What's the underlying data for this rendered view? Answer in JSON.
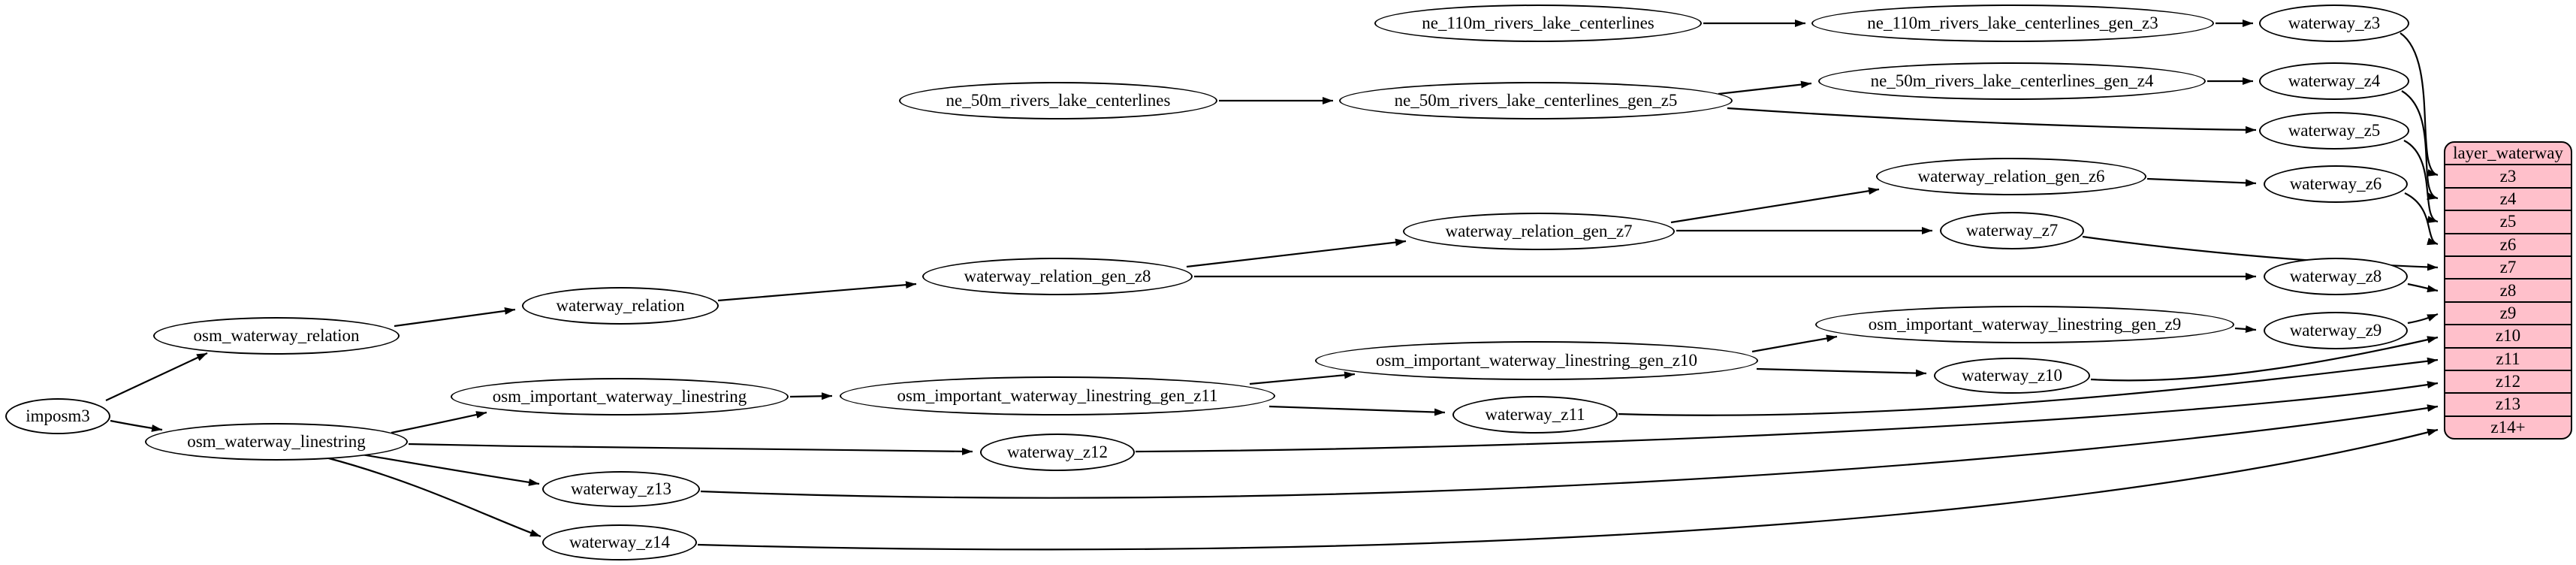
{
  "nodes": {
    "imposm3": {
      "label": "imposm3"
    },
    "osm_waterway_relation": {
      "label": "osm_waterway_relation"
    },
    "osm_waterway_linestring": {
      "label": "osm_waterway_linestring"
    },
    "waterway_relation": {
      "label": "waterway_relation"
    },
    "waterway_relation_gen_z8": {
      "label": "waterway_relation_gen_z8"
    },
    "waterway_relation_gen_z7": {
      "label": "waterway_relation_gen_z7"
    },
    "waterway_relation_gen_z6": {
      "label": "waterway_relation_gen_z6"
    },
    "osm_important_waterway_linestring": {
      "label": "osm_important_waterway_linestring"
    },
    "osm_important_waterway_linestring_gen_z11": {
      "label": "osm_important_waterway_linestring_gen_z11"
    },
    "osm_important_waterway_linestring_gen_z10": {
      "label": "osm_important_waterway_linestring_gen_z10"
    },
    "osm_important_waterway_linestring_gen_z9": {
      "label": "osm_important_waterway_linestring_gen_z9"
    },
    "ne_110m_rivers_lake_centerlines": {
      "label": "ne_110m_rivers_lake_centerlines"
    },
    "ne_110m_rivers_lake_centerlines_gen_z3": {
      "label": "ne_110m_rivers_lake_centerlines_gen_z3"
    },
    "ne_50m_rivers_lake_centerlines": {
      "label": "ne_50m_rivers_lake_centerlines"
    },
    "ne_50m_rivers_lake_centerlines_gen_z5": {
      "label": "ne_50m_rivers_lake_centerlines_gen_z5"
    },
    "ne_50m_rivers_lake_centerlines_gen_z4": {
      "label": "ne_50m_rivers_lake_centerlines_gen_z4"
    },
    "waterway_z3": {
      "label": "waterway_z3"
    },
    "waterway_z4": {
      "label": "waterway_z4"
    },
    "waterway_z5": {
      "label": "waterway_z5"
    },
    "waterway_z6": {
      "label": "waterway_z6"
    },
    "waterway_z7": {
      "label": "waterway_z7"
    },
    "waterway_z8": {
      "label": "waterway_z8"
    },
    "waterway_z9": {
      "label": "waterway_z9"
    },
    "waterway_z10": {
      "label": "waterway_z10"
    },
    "waterway_z11": {
      "label": "waterway_z11"
    },
    "waterway_z12": {
      "label": "waterway_z12"
    },
    "waterway_z13": {
      "label": "waterway_z13"
    },
    "waterway_z14": {
      "label": "waterway_z14"
    }
  },
  "table": {
    "title": "layer_waterway",
    "rows": [
      "z3",
      "z4",
      "z5",
      "z6",
      "z7",
      "z8",
      "z9",
      "z10",
      "z11",
      "z12",
      "z13",
      "z14+"
    ]
  },
  "edges": [
    {
      "from": "imposm3",
      "to": "osm_waterway_relation"
    },
    {
      "from": "imposm3",
      "to": "osm_waterway_linestring"
    },
    {
      "from": "osm_waterway_relation",
      "to": "waterway_relation"
    },
    {
      "from": "waterway_relation",
      "to": "waterway_relation_gen_z8"
    },
    {
      "from": "waterway_relation_gen_z8",
      "to": "waterway_relation_gen_z7"
    },
    {
      "from": "waterway_relation_gen_z8",
      "to": "waterway_z8"
    },
    {
      "from": "waterway_relation_gen_z7",
      "to": "waterway_relation_gen_z6"
    },
    {
      "from": "waterway_relation_gen_z7",
      "to": "waterway_z7"
    },
    {
      "from": "waterway_relation_gen_z6",
      "to": "waterway_z6"
    },
    {
      "from": "osm_waterway_linestring",
      "to": "osm_important_waterway_linestring"
    },
    {
      "from": "osm_waterway_linestring",
      "to": "waterway_z12"
    },
    {
      "from": "osm_waterway_linestring",
      "to": "waterway_z13"
    },
    {
      "from": "osm_waterway_linestring",
      "to": "waterway_z14"
    },
    {
      "from": "osm_important_waterway_linestring",
      "to": "osm_important_waterway_linestring_gen_z11"
    },
    {
      "from": "osm_important_waterway_linestring_gen_z11",
      "to": "osm_important_waterway_linestring_gen_z10"
    },
    {
      "from": "osm_important_waterway_linestring_gen_z11",
      "to": "waterway_z11"
    },
    {
      "from": "osm_important_waterway_linestring_gen_z10",
      "to": "osm_important_waterway_linestring_gen_z9"
    },
    {
      "from": "osm_important_waterway_linestring_gen_z10",
      "to": "waterway_z10"
    },
    {
      "from": "osm_important_waterway_linestring_gen_z9",
      "to": "waterway_z9"
    },
    {
      "from": "ne_110m_rivers_lake_centerlines",
      "to": "ne_110m_rivers_lake_centerlines_gen_z3"
    },
    {
      "from": "ne_110m_rivers_lake_centerlines_gen_z3",
      "to": "waterway_z3"
    },
    {
      "from": "ne_50m_rivers_lake_centerlines",
      "to": "ne_50m_rivers_lake_centerlines_gen_z5"
    },
    {
      "from": "ne_50m_rivers_lake_centerlines_gen_z5",
      "to": "ne_50m_rivers_lake_centerlines_gen_z4"
    },
    {
      "from": "ne_50m_rivers_lake_centerlines_gen_z5",
      "to": "waterway_z5"
    },
    {
      "from": "ne_50m_rivers_lake_centerlines_gen_z4",
      "to": "waterway_z4"
    },
    {
      "from": "waterway_z3",
      "to": "layer_waterway:z3"
    },
    {
      "from": "waterway_z4",
      "to": "layer_waterway:z4"
    },
    {
      "from": "waterway_z5",
      "to": "layer_waterway:z5"
    },
    {
      "from": "waterway_z6",
      "to": "layer_waterway:z6"
    },
    {
      "from": "waterway_z7",
      "to": "layer_waterway:z7"
    },
    {
      "from": "waterway_z8",
      "to": "layer_waterway:z8"
    },
    {
      "from": "waterway_z9",
      "to": "layer_waterway:z9"
    },
    {
      "from": "waterway_z10",
      "to": "layer_waterway:z10"
    },
    {
      "from": "waterway_z11",
      "to": "layer_waterway:z11"
    },
    {
      "from": "waterway_z12",
      "to": "layer_waterway:z12"
    },
    {
      "from": "waterway_z13",
      "to": "layer_waterway:z13"
    },
    {
      "from": "waterway_z14",
      "to": "layer_waterway:z14+"
    }
  ],
  "colors": {
    "table_fill": "#ffc0cb",
    "node_fill": "#ffffff",
    "line": "#000000",
    "background": "#ffffff"
  }
}
